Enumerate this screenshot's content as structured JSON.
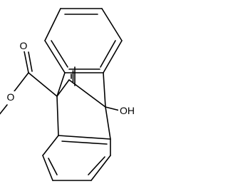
{
  "molecule": {
    "atoms": {
      "hydroxyl": "OH",
      "carbonyl_oxygen": "O",
      "ester_oxygen": "O"
    }
  },
  "colors": {
    "background": "#ffffff",
    "bonds": "#000000"
  }
}
